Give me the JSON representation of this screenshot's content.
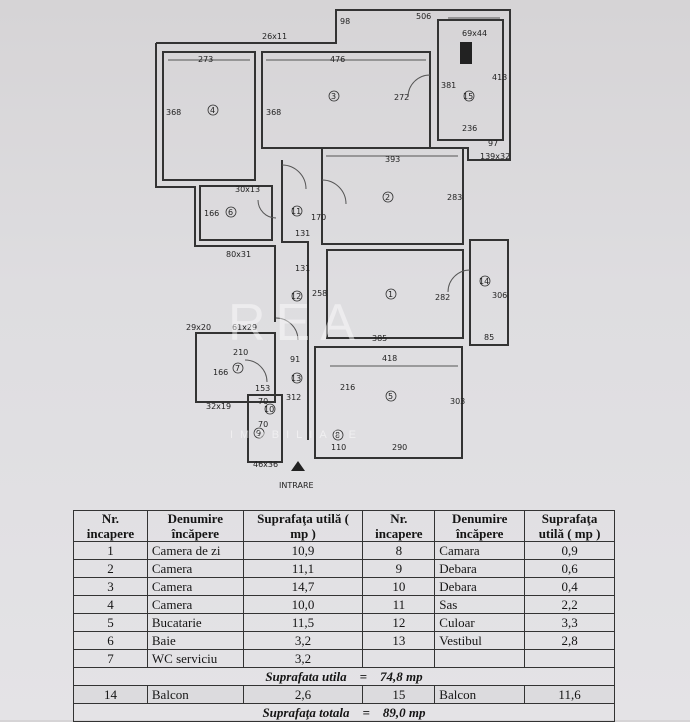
{
  "plan": {
    "dims": {
      "d506": "506",
      "d98": "98",
      "d69x44": "69x44",
      "d26x11": "26x11",
      "d273": "273",
      "d476": "476",
      "d368a": "368",
      "d368b": "368",
      "d272": "272",
      "d381": "381",
      "d413": "413",
      "d236": "236",
      "d97": "97",
      "d139x32": "139x32",
      "d393": "393",
      "d283": "283",
      "d30x13": "30x13",
      "d166a": "166",
      "d170": "170",
      "d131a": "131",
      "d80x31": "80x31",
      "d131b": "131",
      "d258": "258",
      "d282": "282",
      "d306": "306",
      "d385": "385",
      "d85": "85",
      "d29x20": "29x20",
      "d61x29": "61x29",
      "d210": "210",
      "d91": "91",
      "d418": "418",
      "d166b": "166",
      "d153": "153",
      "d312": "312",
      "d216": "216",
      "d303": "303",
      "d32x19": "32x19",
      "d70a": "70",
      "d70b": "70",
      "d110": "110",
      "d290": "290",
      "d46x36": "46x36"
    },
    "rooms": {
      "r1": "1",
      "r2": "2",
      "r3": "3",
      "r4": "4",
      "r5": "5",
      "r6": "6",
      "r7": "7",
      "r8": "8",
      "r9": "9",
      "r10": "10",
      "r11": "11",
      "r12": "12",
      "r13": "13",
      "r14": "14",
      "r15": "15"
    },
    "entrance": "INTRARE",
    "watermark": "REA",
    "watermark_sub": "IMOBILIARE"
  },
  "table": {
    "headers": [
      "Nr. incapere",
      "Denumire încăpere",
      "Suprafaţa utilă ( mp )",
      "Nr. incapere",
      "Denumire încăpere",
      "Suprafaţa utilă ( mp )"
    ],
    "rows": [
      [
        "1",
        "Camera de zi",
        "10,9",
        "8",
        "Camara",
        "0,9"
      ],
      [
        "2",
        "Camera",
        "11,1",
        "9",
        "Debara",
        "0,6"
      ],
      [
        "3",
        "Camera",
        "14,7",
        "10",
        "Debara",
        "0,4"
      ],
      [
        "4",
        "Camera",
        "10,0",
        "11",
        "Sas",
        "2,2"
      ],
      [
        "5",
        "Bucatarie",
        "11,5",
        "12",
        "Culoar",
        "3,3"
      ],
      [
        "6",
        "Baie",
        "3,2",
        "13",
        "Vestibul",
        "2,8"
      ],
      [
        "7",
        "WC serviciu",
        "3,2",
        "",
        "",
        ""
      ]
    ],
    "useful_label": "Suprafata utila",
    "useful_eq": "=",
    "useful_value": "74,8",
    "useful_unit": "mp",
    "balcony": [
      "14",
      "Balcon",
      "2,6",
      "15",
      "Balcon",
      "11,6"
    ],
    "total_label": "Suprafaţa totala",
    "total_eq": "=",
    "total_value": "89,0 mp"
  }
}
